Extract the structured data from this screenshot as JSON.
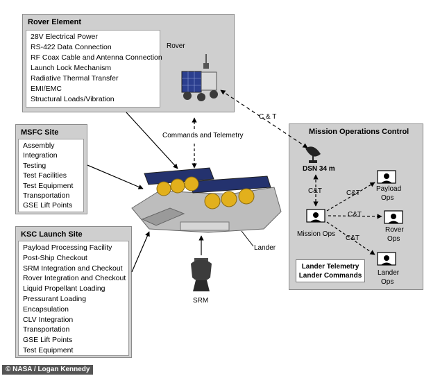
{
  "rover_element": {
    "title": "Rover Element",
    "items": [
      "28V Electrical Power",
      "RS-422 Data Connection",
      "RF Coax Cable and Antenna Connection",
      "Launch Lock Mechanism",
      "Radiative Thermal Transfer",
      "EMI/EMC",
      "Structural Loads/Vibration"
    ],
    "rover_label": "Rover"
  },
  "msfc_site": {
    "title": "MSFC Site",
    "items": [
      "Assembly",
      "Integration",
      "Testing",
      "Test Facilities",
      "Test Equipment",
      "Transportation",
      "GSE Lift Points"
    ]
  },
  "ksc_site": {
    "title": "KSC Launch Site",
    "items": [
      "Payload Processing Facility",
      "Post-Ship Checkout",
      "SRM Integration and Checkout",
      "Rover Integration and Checkout",
      "Liquid Propellant Loading",
      "Pressurant Loading",
      "Encapsulation",
      "CLV Integration",
      "Transportation",
      "GSE Lift Points",
      "Test Equipment"
    ]
  },
  "center": {
    "commands_telemetry": "Commands and Telemetry",
    "ct_link": "C & T",
    "lander": "Lander",
    "srm": "SRM"
  },
  "mission_ops": {
    "title": "Mission Operations Control",
    "dsn": "DSN 34 m",
    "ct": "C&T",
    "ops_mission": "Mission Ops",
    "ops_payload": [
      "Payload",
      "Ops"
    ],
    "ops_rover": [
      "Rover",
      "Ops"
    ],
    "ops_lander": [
      "Lander",
      "Ops"
    ],
    "note": [
      "Lander Telemetry",
      "Lander Commands"
    ]
  },
  "credit": "© NASA / Logan Kennedy"
}
